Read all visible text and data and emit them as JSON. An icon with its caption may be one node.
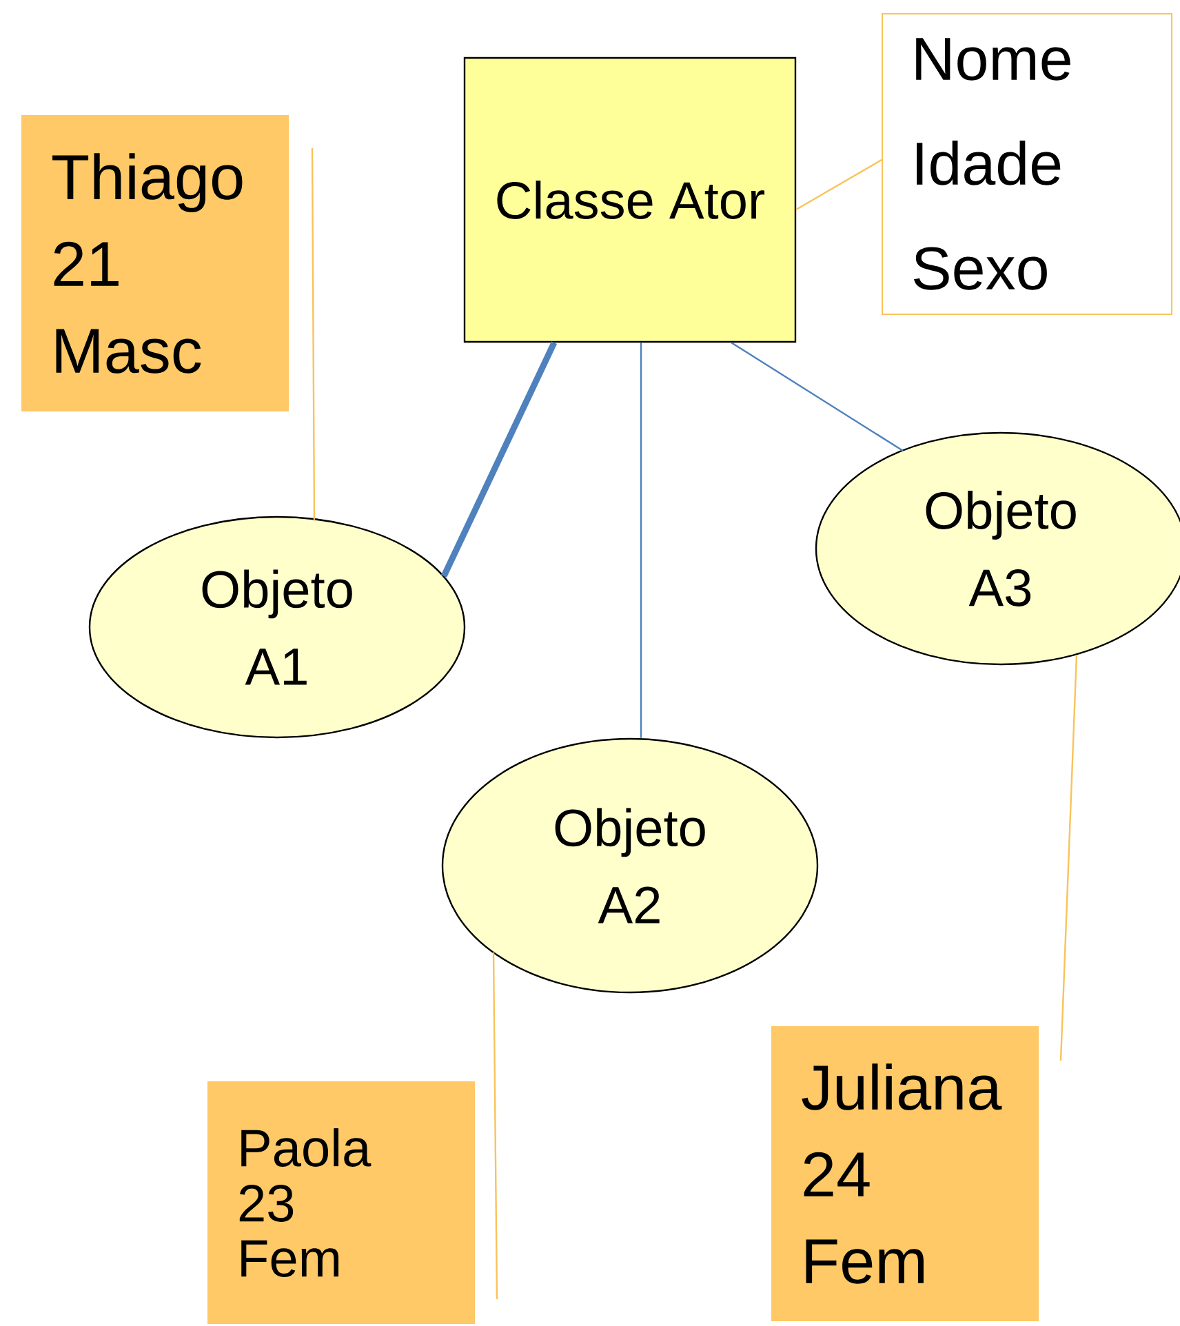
{
  "diagram": {
    "nodes": [
      {
        "text": [
          "Classe Ator"
        ]
      },
      {
        "text": [
          "Nome",
          "Idade",
          "Sexo"
        ]
      },
      {
        "text": [
          "Thiago",
          "21",
          "Masc"
        ]
      },
      {
        "text": [
          "Objeto A1"
        ]
      },
      {
        "text": [
          "Objeto A3"
        ]
      },
      {
        "text": [
          "Objeto A2"
        ]
      },
      {
        "text": [
          "Paola",
          "23",
          "Fem"
        ]
      },
      {
        "text": [
          "Juliana",
          "24",
          "Fem"
        ]
      }
    ],
    "edges": [
      {
        "from": 0,
        "to": 1,
        "arrow": "none",
        "color": "#f9c35a"
      },
      {
        "from": 0,
        "to": 3,
        "arrow": "none",
        "style": "thick",
        "color": "#4f81bd"
      },
      {
        "from": 0,
        "to": 5,
        "arrow": "none",
        "color": "#4f81bd"
      },
      {
        "from": 0,
        "to": 4,
        "arrow": "none",
        "color": "#4f81bd"
      },
      {
        "from": 2,
        "to": 3,
        "arrow": "none",
        "color": "#f9c35a"
      },
      {
        "from": 5,
        "to": 6,
        "arrow": "none",
        "color": "#f9c35a"
      },
      {
        "from": 4,
        "to": 7,
        "arrow": "none",
        "color": "#f9c35a"
      }
    ]
  }
}
